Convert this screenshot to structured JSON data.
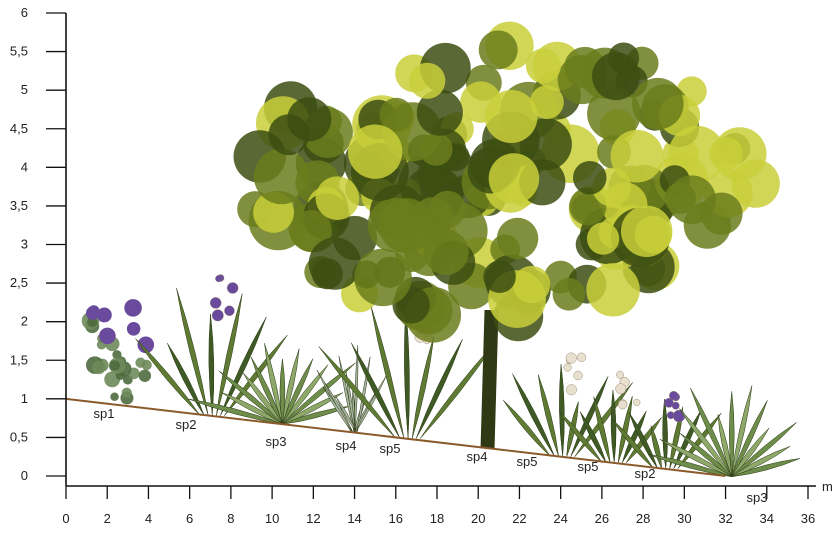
{
  "figure": {
    "y_axis": {
      "ticks": [
        "0",
        "0,5",
        "1",
        "1,5",
        "2",
        "2,5",
        "3",
        "3,5",
        "4",
        "4,5",
        "5",
        "5,5",
        "6"
      ],
      "range": [
        0,
        6
      ]
    },
    "x_axis": {
      "ticks": [
        "0",
        "2",
        "4",
        "6",
        "8",
        "10",
        "12",
        "14",
        "16",
        "18",
        "20",
        "22",
        "24",
        "26",
        "28",
        "30",
        "32",
        "34",
        "36"
      ],
      "unit": "m",
      "range": [
        0,
        36
      ]
    },
    "slope_line": {
      "x": [
        0,
        32
      ],
      "y": [
        1,
        0
      ]
    },
    "plants": [
      {
        "label": "sp1",
        "kind": "purple-flower-shrub",
        "x": 2.5,
        "height": 1.45
      },
      {
        "label": "sp2",
        "kind": "lily-with-purple-flowers",
        "x": 7.0,
        "height": 1.8
      },
      {
        "label": "sp3",
        "kind": "agave-rosette",
        "x": 10.5,
        "height": 1.35
      },
      {
        "label": "sp4",
        "kind": "small-grey-shrub",
        "x": 14.0,
        "height": 1.2
      },
      {
        "label": "sp5",
        "kind": "white-flower-lily",
        "x": 16.5,
        "height": 1.9
      },
      {
        "label": "sp4",
        "kind": "tree",
        "x": 20.5,
        "height": 5.6
      },
      {
        "label": "sp5",
        "kind": "white-flower-lily",
        "x": 24.0,
        "height": 1.3
      },
      {
        "label": "sp5",
        "kind": "white-flower-lily",
        "x": 26.5,
        "height": 1.15
      },
      {
        "label": "sp2",
        "kind": "lily-with-purple-flowers",
        "x": 29.0,
        "height": 1.0
      },
      {
        "label": "sp3",
        "kind": "agave-rosette",
        "x": 32.3,
        "height": 1.3
      }
    ],
    "colors": {
      "axis": "#111111",
      "slope": "#8a5a2b",
      "foliage_dark": "#3c4d12",
      "foliage_mid": "#6b7c1c",
      "foliage_light": "#c9cf3a",
      "trunk": "#2f3a14",
      "purple": "#6a4a9c",
      "white_flower": "#e9dfcf",
      "agave": "#8ea86a"
    }
  }
}
